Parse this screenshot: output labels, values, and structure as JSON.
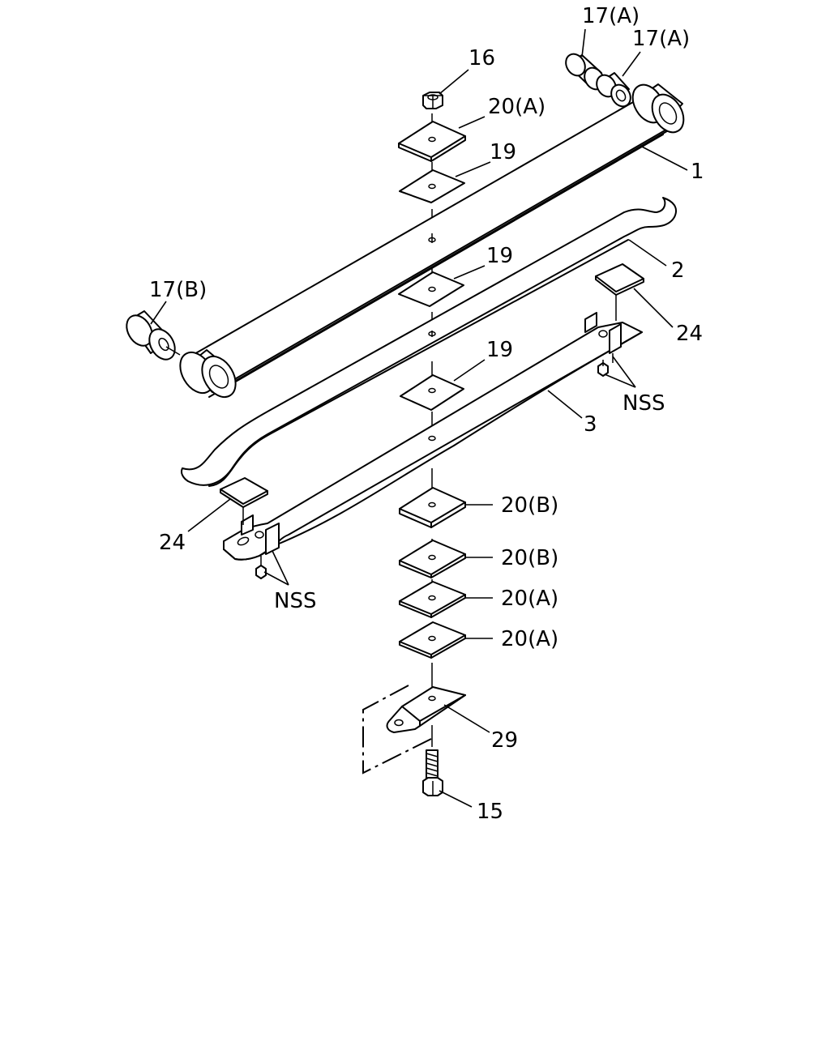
{
  "labels": {
    "bush_a_top": "17(A)",
    "bush_a_second": "17(A)",
    "bush_b": "17(B)",
    "nut": "16",
    "washer_a_top": "20(A)",
    "pad_19_top": "19",
    "leaf_main": "1",
    "leaf_second": "2",
    "pad_19_middle": "19",
    "pad_24_right": "24",
    "pad_19_lower": "19",
    "nss_right": "NSS",
    "leaf_third": "3",
    "pad_24_left": "24",
    "nss_left": "NSS",
    "washer_b_1": "20(B)",
    "washer_b_2": "20(B)",
    "washer_a_1": "20(A)",
    "washer_a_2": "20(A)",
    "bracket": "29",
    "bolt": "15"
  }
}
